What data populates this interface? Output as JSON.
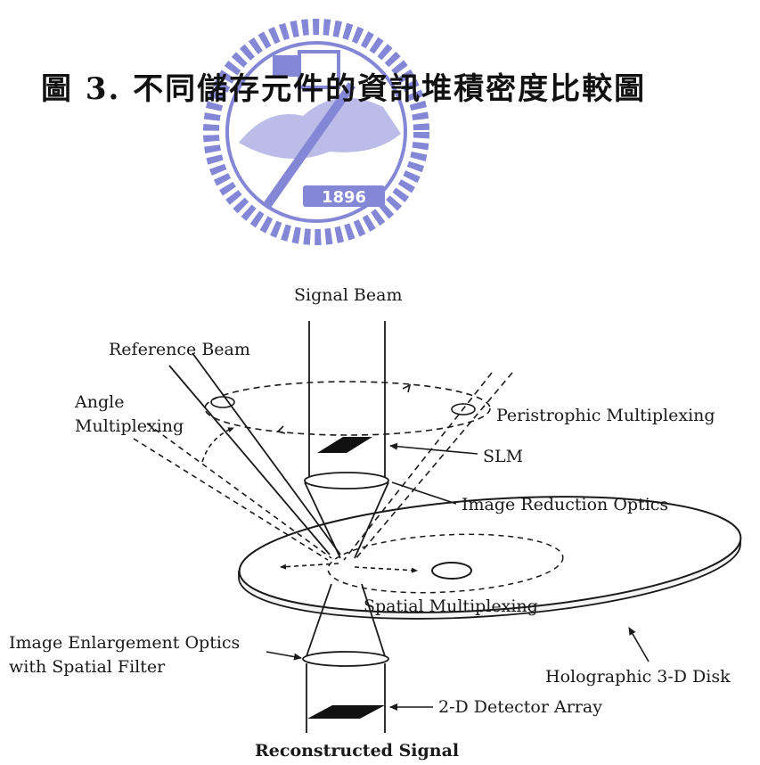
{
  "caption": "圖 3. 不同儲存元件的資訊堆積密度比較圖",
  "watermark": {
    "year": "1896",
    "color": "#6f72cf"
  },
  "diagram": {
    "labels": {
      "signal_beam": "Signal Beam",
      "reference_beam": "Reference Beam",
      "angle_multiplexing_1": "Angle",
      "angle_multiplexing_2": "Multiplexing",
      "peristrophic": "Peristrophic Multiplexing",
      "slm": "SLM",
      "image_reduction": "Image Reduction Optics",
      "spatial_multiplexing": "Spatial Multiplexing",
      "image_enlargement_1": "Image Enlargement Optics",
      "image_enlargement_2": "with Spatial Filter",
      "holographic_disk": "Holographic 3-D Disk",
      "detector_array": "2-D Detector Array",
      "reconstructed": "Reconstructed Signal"
    }
  }
}
